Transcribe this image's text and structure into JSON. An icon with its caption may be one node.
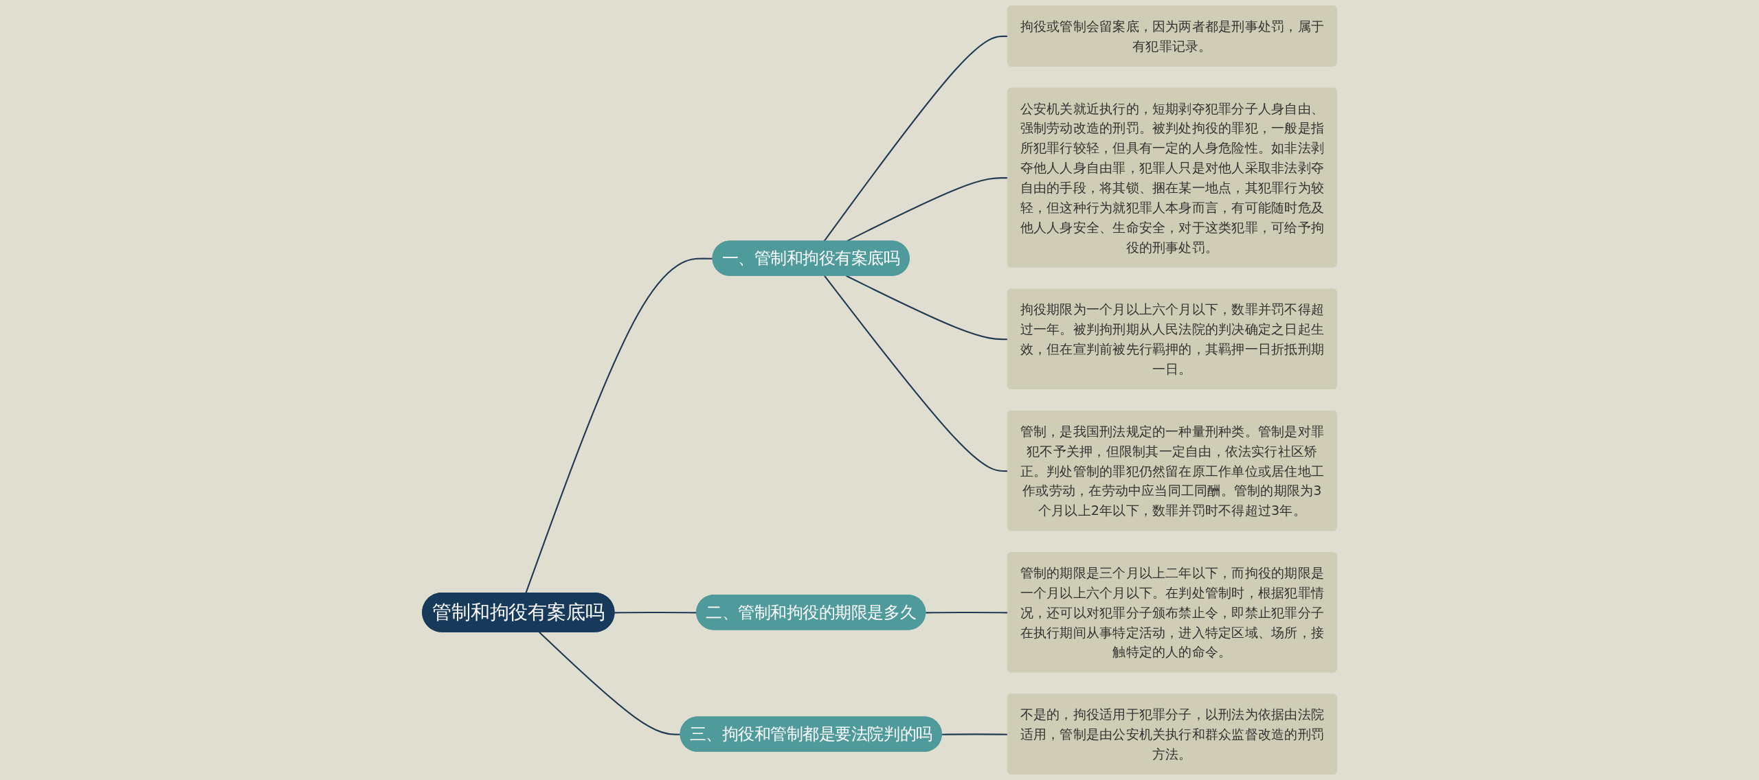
{
  "diagram": {
    "nodes": [
      {
        "text": [
          "管制和拘役有案底吗"
        ]
      },
      {
        "text": [
          "一、管制和拘役有案底吗"
        ]
      },
      {
        "text": [
          "拘役或管制会留案底，因为两者都是刑事处罚，属于有犯罪记录。"
        ]
      },
      {
        "text": [
          "公安机关就近执行的，短期剥夺犯罪分子人身自由、强制劳动改造的刑罚。被判处拘役的罪犯，一般是指所犯罪行较轻，但具有一定的人身危险性。如非法剥夺他人人身自由罪，犯罪人只是对他人采取非法剥夺自由的手段，将其锁、捆在某一地点，其犯罪行为较轻，但这种行为就犯罪人本身而言，有可能随时危及他人人身安全、生命安全，对于这类犯罪，可给予拘役的刑事处罚。"
        ]
      },
      {
        "text": [
          "拘役期限为一个月以上六个月以下，数罪并罚不得超过一年。被判拘刑期从人民法院的判决确定之日起生效，但在宣判前被先行羁押的，其羁押一日折抵刑期一日。"
        ]
      },
      {
        "text": [
          "管制，是我国刑法规定的一种量刑种类。管制是对罪犯不予关押，但限制其一定自由，依法实行社区矫正。判处管制的罪犯仍然留在原工作单位或居住地工作或劳动，在劳动中应当同工同酬。管制的期限为3个月以上2年以下，数罪并罚时不得超过3年。"
        ]
      },
      {
        "text": [
          "二、管制和拘役的期限是多久"
        ]
      },
      {
        "text": [
          "管制的期限是三个月以上二年以下，而拘役的期限是一个月以上六个月以下。在判处管制时，根据犯罪情况，还可以对犯罪分子颁布禁止令，即禁止犯罪分子在执行期间从事特定活动，进入特定区域、场所，接触特定的人的命令。"
        ]
      },
      {
        "text": [
          "三、拘役和管制都是要法院判的吗"
        ]
      },
      {
        "text": [
          "不是的，拘役适用于犯罪分子，以刑法为依据由法院适用，管制是由公安机关执行和群众监督改造的刑罚方法。"
        ]
      }
    ],
    "edges": [
      {
        "from": 0,
        "to": 1,
        "arrow": "none"
      },
      {
        "from": 1,
        "to": 2,
        "arrow": "none"
      },
      {
        "from": 1,
        "to": 3,
        "arrow": "none"
      },
      {
        "from": 1,
        "to": 4,
        "arrow": "none"
      },
      {
        "from": 1,
        "to": 5,
        "arrow": "none"
      },
      {
        "from": 0,
        "to": 6,
        "arrow": "none"
      },
      {
        "from": 6,
        "to": 7,
        "arrow": "none"
      },
      {
        "from": 0,
        "to": 8,
        "arrow": "none"
      },
      {
        "from": 8,
        "to": 9,
        "arrow": "none"
      }
    ]
  }
}
